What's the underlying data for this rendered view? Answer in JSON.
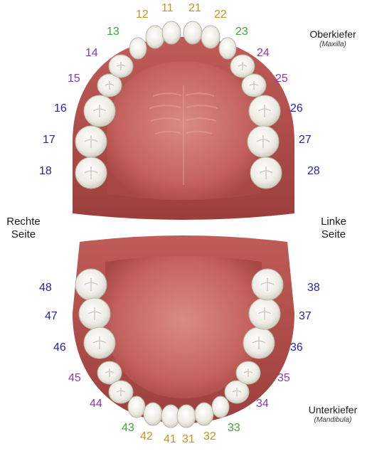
{
  "colors": {
    "incisor": "#c6921a",
    "canine": "#3aa83a",
    "premolar": "#8c3aa8",
    "molar": "#25259a",
    "gum": "#b7514f",
    "tooth": "#eae8dd"
  },
  "upper_jaw": {
    "title": "Oberkiefer",
    "subtitle": "(Maxilla)",
    "teeth": [
      {
        "label": "18",
        "type": "molar"
      },
      {
        "label": "17",
        "type": "molar"
      },
      {
        "label": "16",
        "type": "molar"
      },
      {
        "label": "15",
        "type": "premolar"
      },
      {
        "label": "14",
        "type": "premolar"
      },
      {
        "label": "13",
        "type": "canine"
      },
      {
        "label": "12",
        "type": "incisor"
      },
      {
        "label": "11",
        "type": "incisor"
      },
      {
        "label": "21",
        "type": "incisor"
      },
      {
        "label": "22",
        "type": "incisor"
      },
      {
        "label": "23",
        "type": "canine"
      },
      {
        "label": "24",
        "type": "premolar"
      },
      {
        "label": "25",
        "type": "premolar"
      },
      {
        "label": "26",
        "type": "molar"
      },
      {
        "label": "27",
        "type": "molar"
      },
      {
        "label": "28",
        "type": "molar"
      }
    ]
  },
  "lower_jaw": {
    "title": "Unterkiefer",
    "subtitle": "(Mandibula)",
    "teeth": [
      {
        "label": "48",
        "type": "molar"
      },
      {
        "label": "47",
        "type": "molar"
      },
      {
        "label": "46",
        "type": "molar"
      },
      {
        "label": "45",
        "type": "premolar"
      },
      {
        "label": "44",
        "type": "premolar"
      },
      {
        "label": "43",
        "type": "canine"
      },
      {
        "label": "42",
        "type": "incisor"
      },
      {
        "label": "41",
        "type": "incisor"
      },
      {
        "label": "31",
        "type": "incisor"
      },
      {
        "label": "32",
        "type": "incisor"
      },
      {
        "label": "33",
        "type": "canine"
      },
      {
        "label": "34",
        "type": "premolar"
      },
      {
        "label": "35",
        "type": "premolar"
      },
      {
        "label": "36",
        "type": "molar"
      },
      {
        "label": "37",
        "type": "molar"
      },
      {
        "label": "38",
        "type": "molar"
      }
    ]
  },
  "sides": {
    "right": [
      "Rechte",
      "Seite"
    ],
    "left": [
      "Linke",
      "Seite"
    ]
  }
}
